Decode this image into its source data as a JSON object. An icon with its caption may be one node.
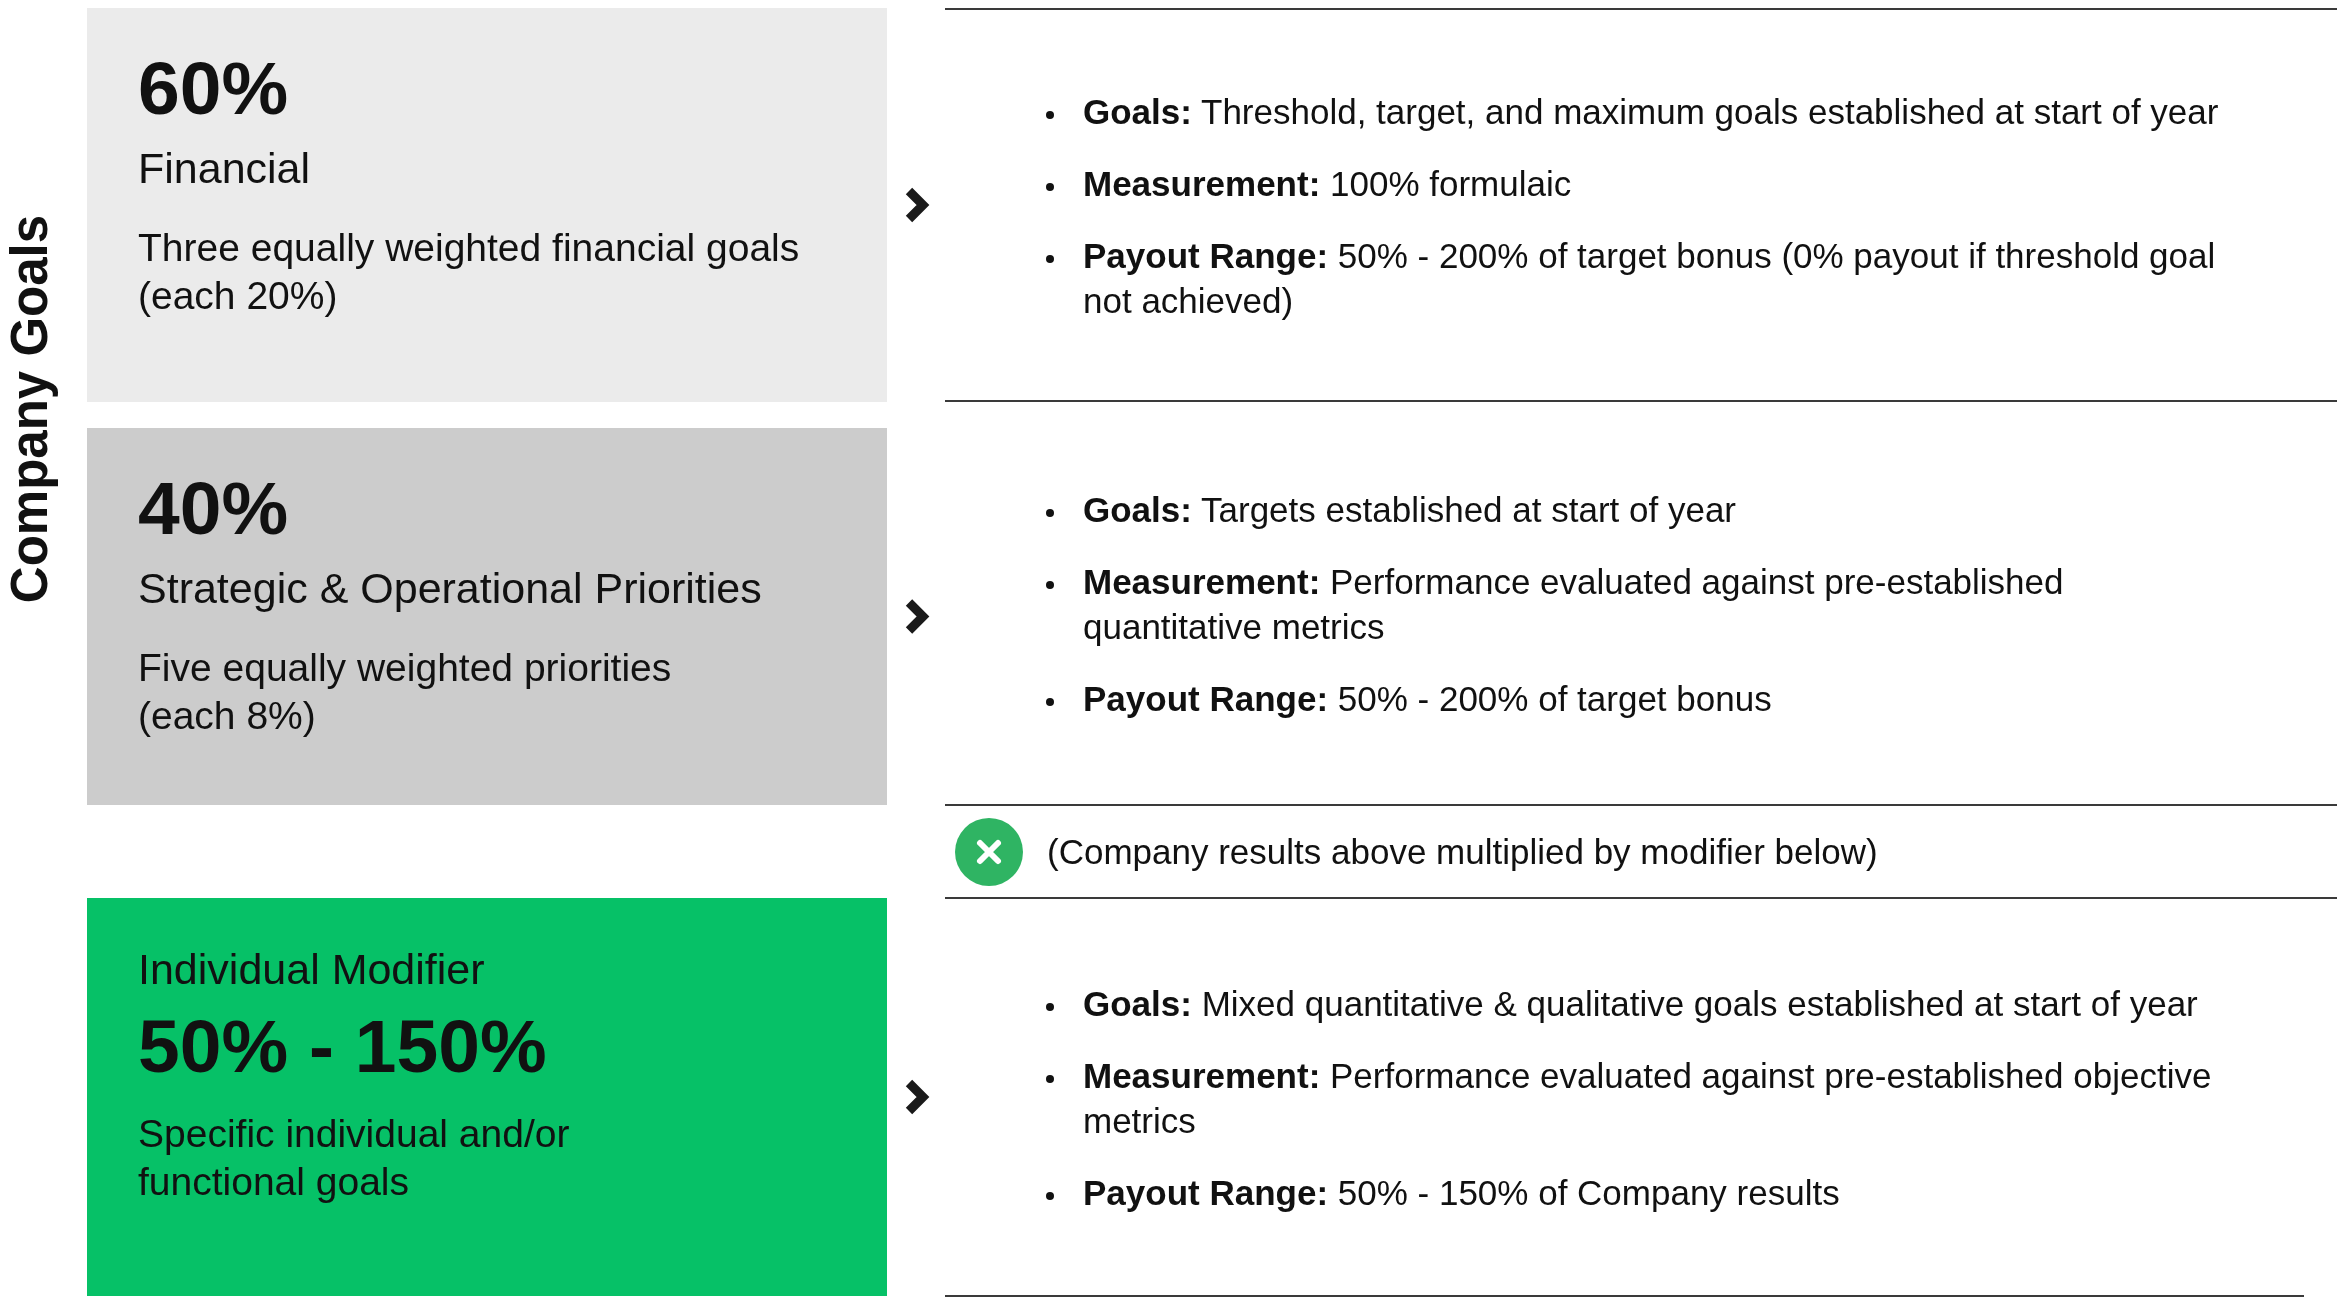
{
  "diagram": {
    "nodes": [
      {
        "text": [
          "60%",
          "Financial",
          "Three equally weighted financial goals (each 20%)"
        ]
      },
      {
        "text": [
          "40%",
          "Strategic & Operational Priorities",
          "Five equally weighted priorities (each 8%)"
        ]
      },
      {
        "text": [
          "Individual Modifier",
          "50% - 150%",
          "Specific individual and/or functional goals"
        ]
      },
      {
        "text": [
          "**Goals:** Threshold, target, and maximum goals established at start of year",
          "**Measurement:** 100% formulaic",
          "**Payout Range:** 50% - 200% of target bonus (0% payout if threshold goal not achieved)"
        ]
      },
      {
        "text": [
          "**Goals:** Targets established at start of year",
          "**Measurement:** Performance evaluated against pre-established quantitative metrics",
          "**Payout Range:** 50% - 200% of target bonus"
        ]
      },
      {
        "text": [
          "**Goals:** Mixed quantitative & qualitative goals established at start of year",
          "**Measurement:** Performance evaluated against pre-established objective metrics",
          "**Payout Range:** 50% - 150% of Company results"
        ]
      }
    ],
    "edges": [
      {
        "from": 0,
        "to": 3,
        "arrow": "to"
      },
      {
        "from": 1,
        "to": 4,
        "arrow": "to"
      },
      {
        "from": 2,
        "to": 5,
        "arrow": "to"
      }
    ],
    "labels": [
      "Company Goals",
      "(Company results above multiplied by modifier below)"
    ]
  }
}
